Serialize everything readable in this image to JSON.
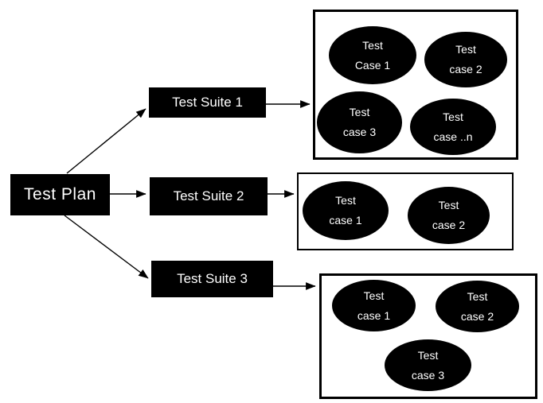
{
  "colors": {
    "node_fill": "#000000",
    "node_text": "#ffffff",
    "container_border": "#000000",
    "background": "#ffffff",
    "arrow": "#000000"
  },
  "plan": {
    "label": "Test Plan"
  },
  "suites": [
    {
      "label": "Test Suite 1",
      "cases": [
        {
          "line1": "Test",
          "line2": "Case 1"
        },
        {
          "line1": "Test",
          "line2": "case 2"
        },
        {
          "line1": "Test",
          "line2": "case 3"
        },
        {
          "line1": "Test",
          "line2": "case ..n"
        }
      ]
    },
    {
      "label": "Test Suite 2",
      "cases": [
        {
          "line1": "Test",
          "line2": "case 1"
        },
        {
          "line1": "Test",
          "line2": "case 2"
        }
      ]
    },
    {
      "label": "Test Suite 3",
      "cases": [
        {
          "line1": "Test",
          "line2": "case 1"
        },
        {
          "line1": "Test",
          "line2": "case 2"
        },
        {
          "line1": "Test",
          "line2": "case 3"
        }
      ]
    }
  ]
}
